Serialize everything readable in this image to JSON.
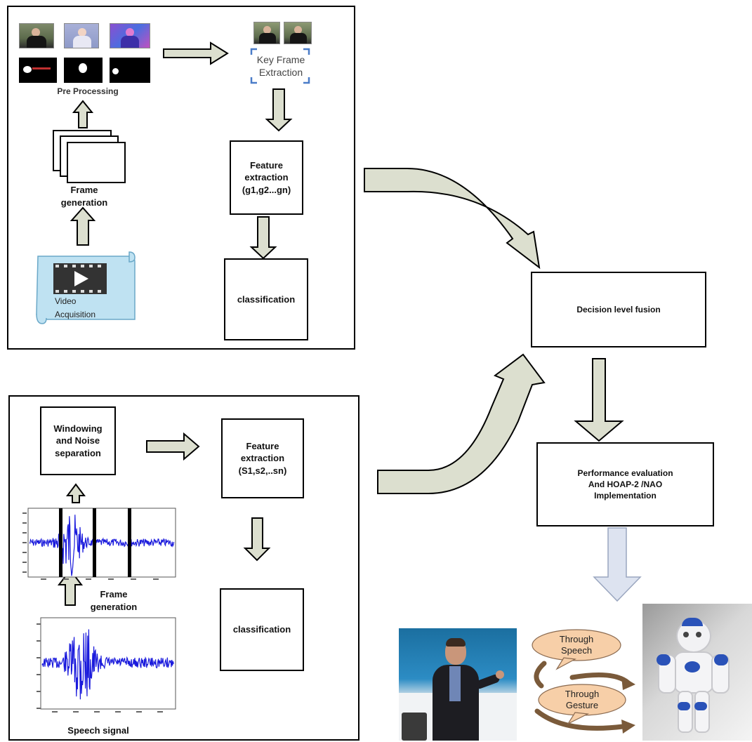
{
  "top_panel": {
    "pre_processing_label": "Pre Processing",
    "key_frame_label": "Key Frame\nExtraction",
    "frame_generation_label": "Frame\ngeneration",
    "video_label": "Video\nAcquisition",
    "feature_extraction_label": "Feature\nextraction\n(g1,g2...gn)",
    "classification_label": "classification"
  },
  "bottom_panel": {
    "windowing_label": "Windowing\nand Noise\nseparation",
    "feature_extraction_label": "Feature\nextraction\n(S1,s2,..sn)",
    "frame_generation_label": "Frame\ngeneration",
    "classification_label": "classification",
    "speech_signal_label": "Speech signal"
  },
  "right": {
    "decision_fusion_label": "Decision level fusion",
    "performance_label": "Performance evaluation\nAnd HOAP-2 /NAO\nImplementation",
    "through_speech_label": "Through\nSpeech",
    "through_gesture_label": "Through\nGesture"
  },
  "colors": {
    "arrow_fill": "#dcdfcf",
    "light_arrow_fill": "#dde3f0",
    "waveform": "#1a1adc",
    "bubble_fill": "#f7cfa8",
    "scroll_fill": "#bfe2f2",
    "key_frame_bracket": "#4a7cc8"
  }
}
